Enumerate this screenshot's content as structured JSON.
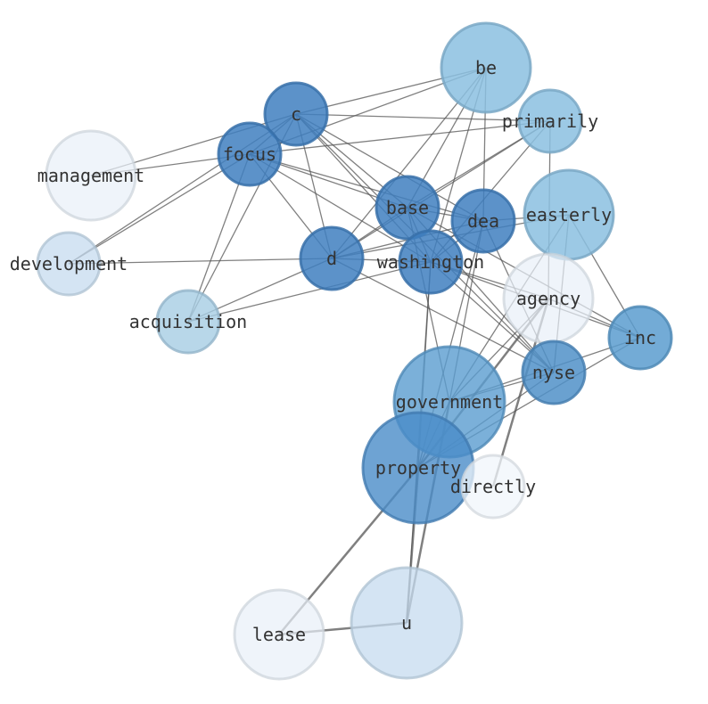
{
  "nodes": [
    {
      "id": "be",
      "label": "be",
      "color": "#8bbfe0",
      "opacity": 0.85
    },
    {
      "id": "primarily",
      "label": "primarily",
      "color": "#8bbfe0",
      "opacity": 0.85
    },
    {
      "id": "c",
      "label": "c",
      "color": "#3f7fc0",
      "opacity": 0.85
    },
    {
      "id": "focus",
      "label": "focus",
      "color": "#3f7fc0",
      "opacity": 0.85
    },
    {
      "id": "management",
      "label": "management",
      "color": "#e8f0f8",
      "opacity": 0.7
    },
    {
      "id": "development",
      "label": "development",
      "color": "#c6dbef",
      "opacity": 0.75
    },
    {
      "id": "base",
      "label": "base",
      "color": "#3f7fc0",
      "opacity": 0.85
    },
    {
      "id": "dea",
      "label": "dea",
      "color": "#3f7fc0",
      "opacity": 0.85
    },
    {
      "id": "easterly",
      "label": "easterly",
      "color": "#8bbfe0",
      "opacity": 0.85
    },
    {
      "id": "d",
      "label": "d",
      "color": "#3f7fc0",
      "opacity": 0.85
    },
    {
      "id": "washington",
      "label": "washington",
      "color": "#3f7fc0",
      "opacity": 0.85
    },
    {
      "id": "acquisition",
      "label": "acquisition",
      "color": "#a6cde4",
      "opacity": 0.8
    },
    {
      "id": "agency",
      "label": "agency",
      "color": "#e8f0f8",
      "opacity": 0.7
    },
    {
      "id": "inc",
      "label": "inc",
      "color": "#5a9ccf",
      "opacity": 0.85
    },
    {
      "id": "nyse",
      "label": "nyse",
      "color": "#5090c8",
      "opacity": 0.85
    },
    {
      "id": "government",
      "label": "government",
      "color": "#5a9ccf",
      "opacity": 0.8
    },
    {
      "id": "property",
      "label": "property",
      "color": "#4a8cc8",
      "opacity": 0.8
    },
    {
      "id": "directly",
      "label": "directly",
      "color": "#f0f5fb",
      "opacity": 0.75
    },
    {
      "id": "lease",
      "label": "lease",
      "color": "#e8f0f8",
      "opacity": 0.7
    },
    {
      "id": "u",
      "label": "u",
      "color": "#c6dbef",
      "opacity": 0.75
    }
  ],
  "edges": [
    [
      "be",
      "c"
    ],
    [
      "be",
      "focus"
    ],
    [
      "be",
      "base"
    ],
    [
      "be",
      "d"
    ],
    [
      "be",
      "washington"
    ],
    [
      "be",
      "dea"
    ],
    [
      "primarily",
      "c"
    ],
    [
      "primarily",
      "focus"
    ],
    [
      "primarily",
      "base"
    ],
    [
      "primarily",
      "d"
    ],
    [
      "primarily",
      "washington"
    ],
    [
      "primarily",
      "agency"
    ],
    [
      "c",
      "focus"
    ],
    [
      "c",
      "base"
    ],
    [
      "c",
      "d"
    ],
    [
      "c",
      "washington"
    ],
    [
      "c",
      "dea"
    ],
    [
      "c",
      "nyse"
    ],
    [
      "c",
      "management"
    ],
    [
      "c",
      "development"
    ],
    [
      "c",
      "acquisition"
    ],
    [
      "focus",
      "base"
    ],
    [
      "focus",
      "d"
    ],
    [
      "focus",
      "washington"
    ],
    [
      "focus",
      "dea"
    ],
    [
      "focus",
      "management"
    ],
    [
      "focus",
      "development"
    ],
    [
      "focus",
      "acquisition"
    ],
    [
      "base",
      "dea"
    ],
    [
      "base",
      "washington"
    ],
    [
      "base",
      "d"
    ],
    [
      "base",
      "inc"
    ],
    [
      "base",
      "nyse"
    ],
    [
      "base",
      "government"
    ],
    [
      "dea",
      "easterly"
    ],
    [
      "dea",
      "washington"
    ],
    [
      "dea",
      "d"
    ],
    [
      "dea",
      "nyse"
    ],
    [
      "dea",
      "government"
    ],
    [
      "dea",
      "property"
    ],
    [
      "easterly",
      "inc"
    ],
    [
      "easterly",
      "nyse"
    ],
    [
      "easterly",
      "government"
    ],
    [
      "easterly",
      "d"
    ],
    [
      "d",
      "washington"
    ],
    [
      "d",
      "development"
    ],
    [
      "d",
      "acquisition"
    ],
    [
      "d",
      "nyse"
    ],
    [
      "washington",
      "acquisition"
    ],
    [
      "washington",
      "inc"
    ],
    [
      "washington",
      "nyse"
    ],
    [
      "washington",
      "agency"
    ],
    [
      "washington",
      "property"
    ],
    [
      "washington",
      "u"
    ],
    [
      "agency",
      "government"
    ],
    [
      "agency",
      "property"
    ],
    [
      "agency",
      "directly"
    ],
    [
      "agency",
      "inc"
    ],
    [
      "inc",
      "government"
    ],
    [
      "inc",
      "property"
    ],
    [
      "nyse",
      "government"
    ],
    [
      "nyse",
      "property"
    ],
    [
      "government",
      "u"
    ],
    [
      "government",
      "property"
    ],
    [
      "property",
      "lease"
    ],
    [
      "property",
      "u"
    ],
    [
      "lease",
      "u"
    ]
  ]
}
